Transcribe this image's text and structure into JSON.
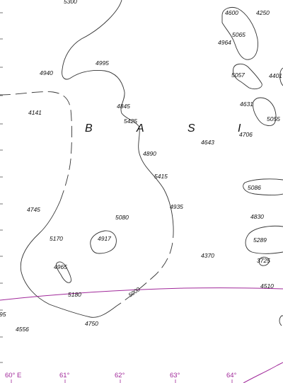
{
  "map": {
    "basin_letters": [
      "B",
      "A",
      "S",
      "I"
    ],
    "contour_label": "5000",
    "longitude_labels": [
      "60° E",
      "61°",
      "62°",
      "63°",
      "64°"
    ],
    "soundings": [
      "5300",
      "4600",
      "4250",
      "5065",
      "4964",
      "4940",
      "4995",
      "5057",
      "4401",
      "4141",
      "4845",
      "5425",
      "4631",
      "5055",
      "4706",
      "4643",
      "4890",
      "5415",
      "5086",
      "4745",
      "5080",
      "4935",
      "4830",
      "5170",
      "4917",
      "5289",
      "4370",
      "3725",
      "4965",
      "4510",
      "5180",
      "95",
      "4750",
      "4556"
    ],
    "colors": {
      "graticule": "#a0289a",
      "contour": "#333333",
      "text": "#111111"
    }
  }
}
